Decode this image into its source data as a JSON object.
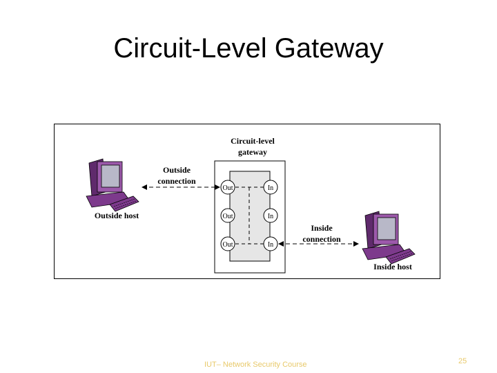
{
  "slide": {
    "title": "Circuit-Level Gateway"
  },
  "diagram": {
    "gateway_label_line1": "Circuit-level",
    "gateway_label_line2": "gateway",
    "outside_conn_line1": "Outside",
    "outside_conn_line2": "connection",
    "inside_conn_line1": "Inside",
    "inside_conn_line2": "connection",
    "outside_host": "Outside host",
    "inside_host": "Inside host",
    "ports": {
      "out": "Out",
      "in": "In"
    }
  },
  "footer": {
    "text": "IUT– Network Security Course",
    "page": "25"
  },
  "colors": {
    "computer": "#7d3a8c",
    "computer_light": "#9c59ab",
    "gateway_fill": "#e6e6e6",
    "footer_text": "#e8c96a"
  }
}
